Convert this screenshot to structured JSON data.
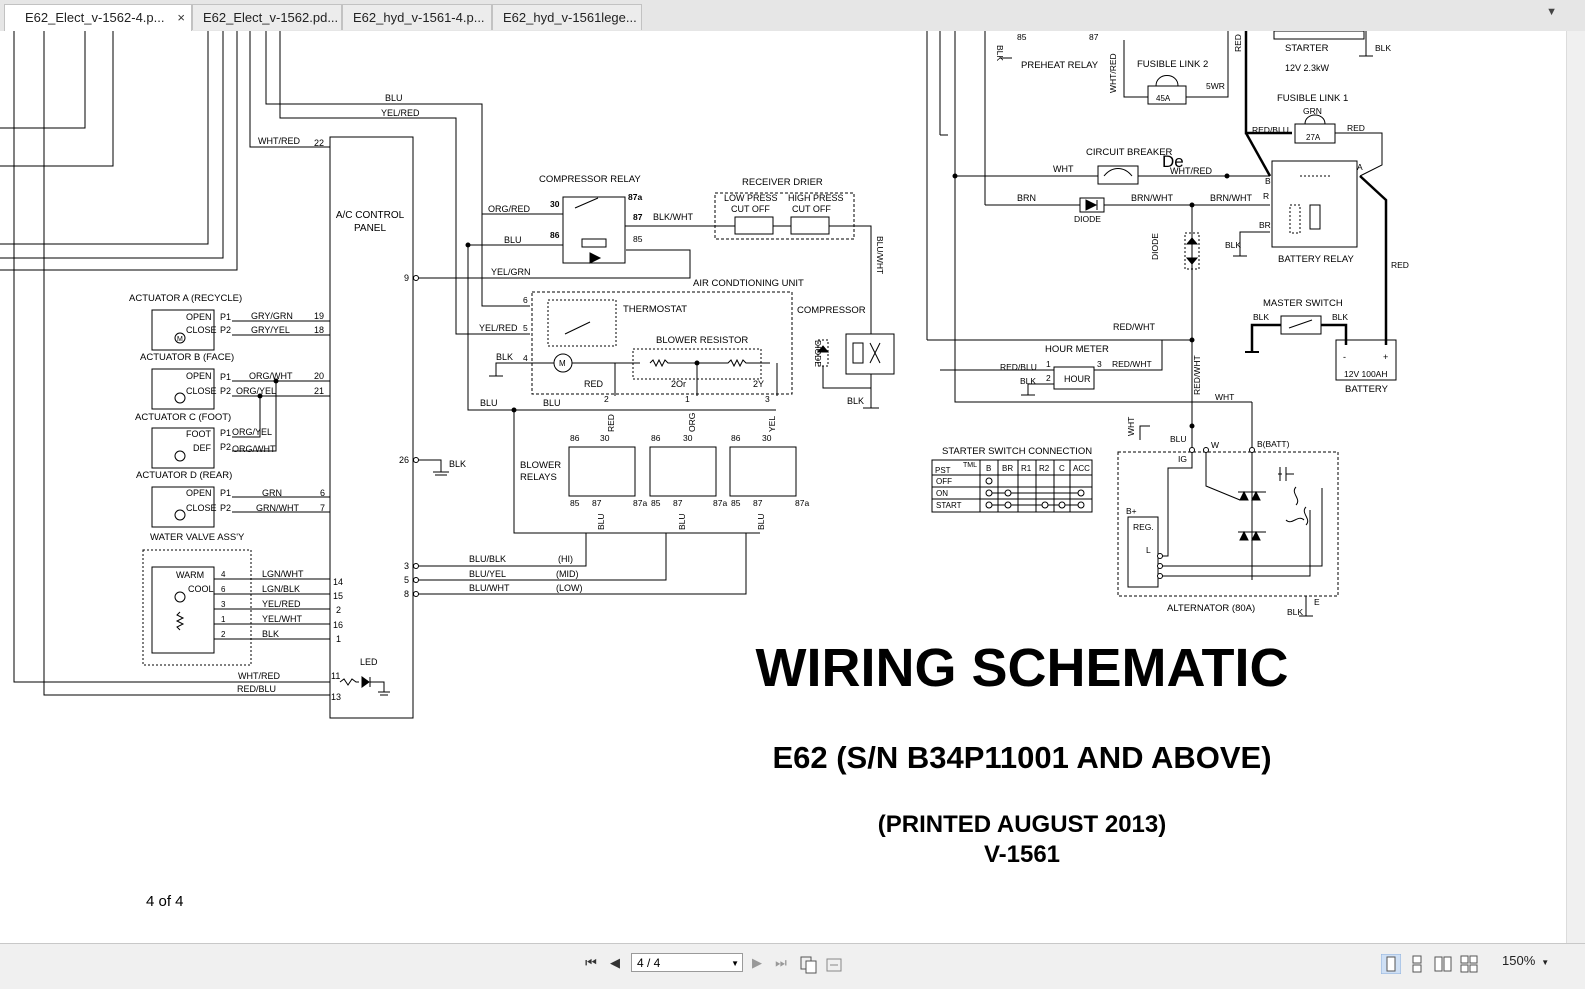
{
  "tabs": [
    {
      "label": "E62_Elect_v-1562-4.p...",
      "active": true
    },
    {
      "label": "E62_Elect_v-1562.pd...",
      "active": false
    },
    {
      "label": "E62_hyd_v-1561-4.p...",
      "active": false
    },
    {
      "label": "E62_hyd_v-1561lege...",
      "active": false
    }
  ],
  "tab_close": "×",
  "tab_menu": "▼",
  "schematic": {
    "title": "WIRING SCHEMATIC",
    "model": "E62 (S/N B34P11001 AND ABOVE)",
    "printed": "(PRINTED AUGUST 2013)",
    "doc_number": "V-1561",
    "page_indicator": "4 of 4",
    "labels": {
      "ac_control_panel_1": "A/C CONTROL",
      "ac_control_panel_2": "PANEL",
      "compressor_relay": "COMPRESSOR RELAY",
      "receiver_drier": "RECEIVER DRIER",
      "low_press_1": "LOW PRESS",
      "low_press_2": "CUT OFF",
      "high_press_1": "HIGH PRESS",
      "high_press_2": "CUT OFF",
      "air_conditioning_unit": "AIR CONDTIONING UNIT",
      "thermostat": "THERMOSTAT",
      "blower_resistor": "BLOWER RESISTOR",
      "compressor": "COMPRESSOR",
      "diode": "DIODE",
      "blower_relays_1": "BLOWER",
      "blower_relays_2": "RELAYS",
      "actuator_a": "ACTUATOR A (RECYCLE)",
      "actuator_b": "ACTUATOR B (FACE)",
      "actuator_c": "ACTUATOR C (FOOT)",
      "actuator_d": "ACTUATOR D (REAR)",
      "water_valve": "WATER VALVE ASS'Y",
      "led": "LED",
      "preheat_relay": "PREHEAT RELAY",
      "starter": "STARTER",
      "starter_rating": "12V 2.3kW",
      "fusible_link_2": "FUSIBLE LINK 2",
      "fusible_link_1": "FUSIBLE LINK 1",
      "circuit_breaker": "CIRCUIT BREAKER",
      "battery_relay": "BATTERY RELAY",
      "master_switch": "MASTER SWITCH",
      "battery": "BATTERY",
      "battery_rating": "12V 100AH",
      "hour_meter": "HOUR METER",
      "hour": "HOUR",
      "starter_switch_connection": "STARTER SWITCH CONNECTION",
      "alternator": "ALTERNATOR (80A)",
      "reg": "REG.",
      "de": "De"
    },
    "wires": {
      "blu": "BLU",
      "yel_red": "YEL/RED",
      "wht_red": "WHT/RED",
      "org_red": "ORG/RED",
      "blk_wht": "BLK/WHT",
      "yel_grn": "YEL/GRN",
      "blu_wht": "BLU/WHT",
      "gry_grn": "GRY/GRN",
      "gry_yel": "GRY/YEL",
      "org_wht": "ORG/WHT",
      "org_yel": "ORG/YEL",
      "grn": "GRN",
      "grn_wht": "GRN/WHT",
      "lgn_wht": "LGN/WHT",
      "lgn_blk": "LGN/BLK",
      "yel_wht": "YEL/WHT",
      "blk": "BLK",
      "red_blu": "RED/BLU",
      "blu_blk": "BLU/BLK",
      "blu_yel": "BLU/YEL",
      "red": "RED",
      "yel": "YEL",
      "org": "ORG",
      "wht": "WHT",
      "brn": "BRN",
      "brn_wht": "BRN/WHT",
      "red_wht": "RED/WHT",
      "swr": "5WR",
      "red_blu_up": "RED/BLU",
      "hi": "(HI)",
      "mid": "(MID)",
      "low": "(LOW)"
    },
    "pins": {
      "p22": "22",
      "p9": "9",
      "p19": "19",
      "p18": "18",
      "p20": "20",
      "p21": "21",
      "p6": "6",
      "p7": "7",
      "p26": "26",
      "p3": "3",
      "p5": "5",
      "p8": "8",
      "p14": "14",
      "p15": "15",
      "p2": "2",
      "p16": "16",
      "p1": "1",
      "p11": "11",
      "p13": "13",
      "p30": "30",
      "p86": "86",
      "p87": "87",
      "p87a": "87a",
      "p85": "85",
      "p4": "4",
      "p2or": "2Or",
      "p2y": "2Y",
      "open": "OPEN",
      "close": "CLOSE",
      "foot": "FOOT",
      "def": "DEF",
      "warm": "WARM",
      "cool": "COOL",
      "pp1": "P1",
      "pp2": "P2",
      "m": "M",
      "a": "A",
      "b": "B",
      "r": "R",
      "br": "BR",
      "bbatt": "B(BATT)",
      "ig": "IG",
      "w": "W",
      "bplus": "B+",
      "l": "L",
      "e": "E",
      "a45": "45A",
      "a27": "27A",
      "plus": "+",
      "minus": "-"
    },
    "starter_table": {
      "header": [
        "PST",
        "B",
        "BR",
        "R1",
        "R2",
        "C",
        "ACC"
      ],
      "tml": "TML",
      "rows": [
        "OFF",
        "ON",
        "START"
      ]
    }
  },
  "statusbar": {
    "first": "⏮",
    "prev": "◀",
    "page": "4 / 4",
    "next": "▶",
    "last": "⏭",
    "zoom": "150%",
    "dd": "▼"
  }
}
